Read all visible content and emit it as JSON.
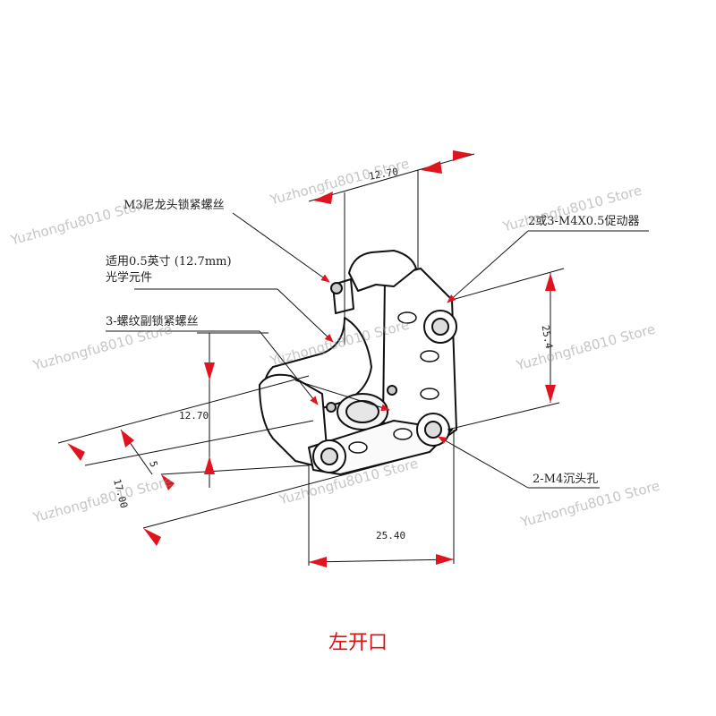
{
  "labels": {
    "m3_screw": "M3尼龙头锁紧螺丝",
    "optic_line1": "适用0.5英寸 (12.7mm)",
    "optic_line2": "光学元件",
    "threaded_ring": "3-螺纹副锁紧螺丝",
    "actuator": "2或3-M4X0.5促动器",
    "counterbore": "2-M4沉头孔"
  },
  "dimensions": {
    "top_width": "12.70",
    "height_right": "25.4",
    "left_height": "12.70",
    "bottom_width": "25.40",
    "left_small": "5",
    "left_depth": "17.00"
  },
  "caption": "左开口",
  "watermark": "Yuzhongfu8010 Store",
  "colors": {
    "arrow": "#e0141e",
    "line": "#111111"
  }
}
